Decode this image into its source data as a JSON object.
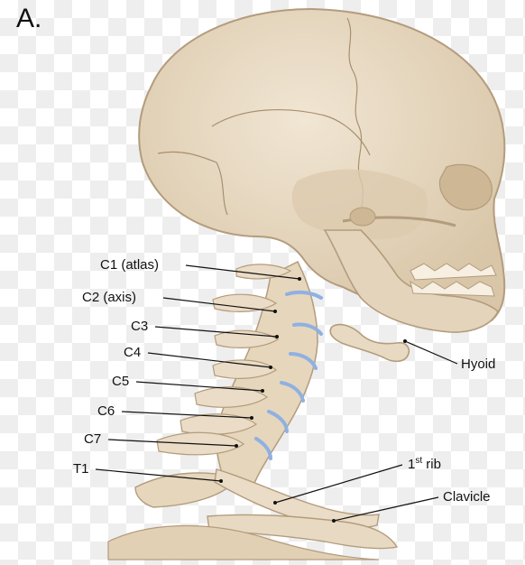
{
  "panel": {
    "letter": "A."
  },
  "labels": {
    "c1": "C1 (atlas)",
    "c2": "C2 (axis)",
    "c3": "C3",
    "c4": "C4",
    "c5": "C5",
    "c6": "C6",
    "c7": "C7",
    "t1": "T1",
    "hyoid": "Hyoid",
    "rib_number": "1",
    "rib_superscript": "st",
    "rib_word": "rib",
    "clavicle": "Clavicle"
  },
  "colors": {
    "bone": "#eadcc6",
    "bone_shade": "#d6c2a5",
    "bone_outline": "#b39c7d",
    "disc": "#8fb0e3",
    "leader": "#111111"
  }
}
